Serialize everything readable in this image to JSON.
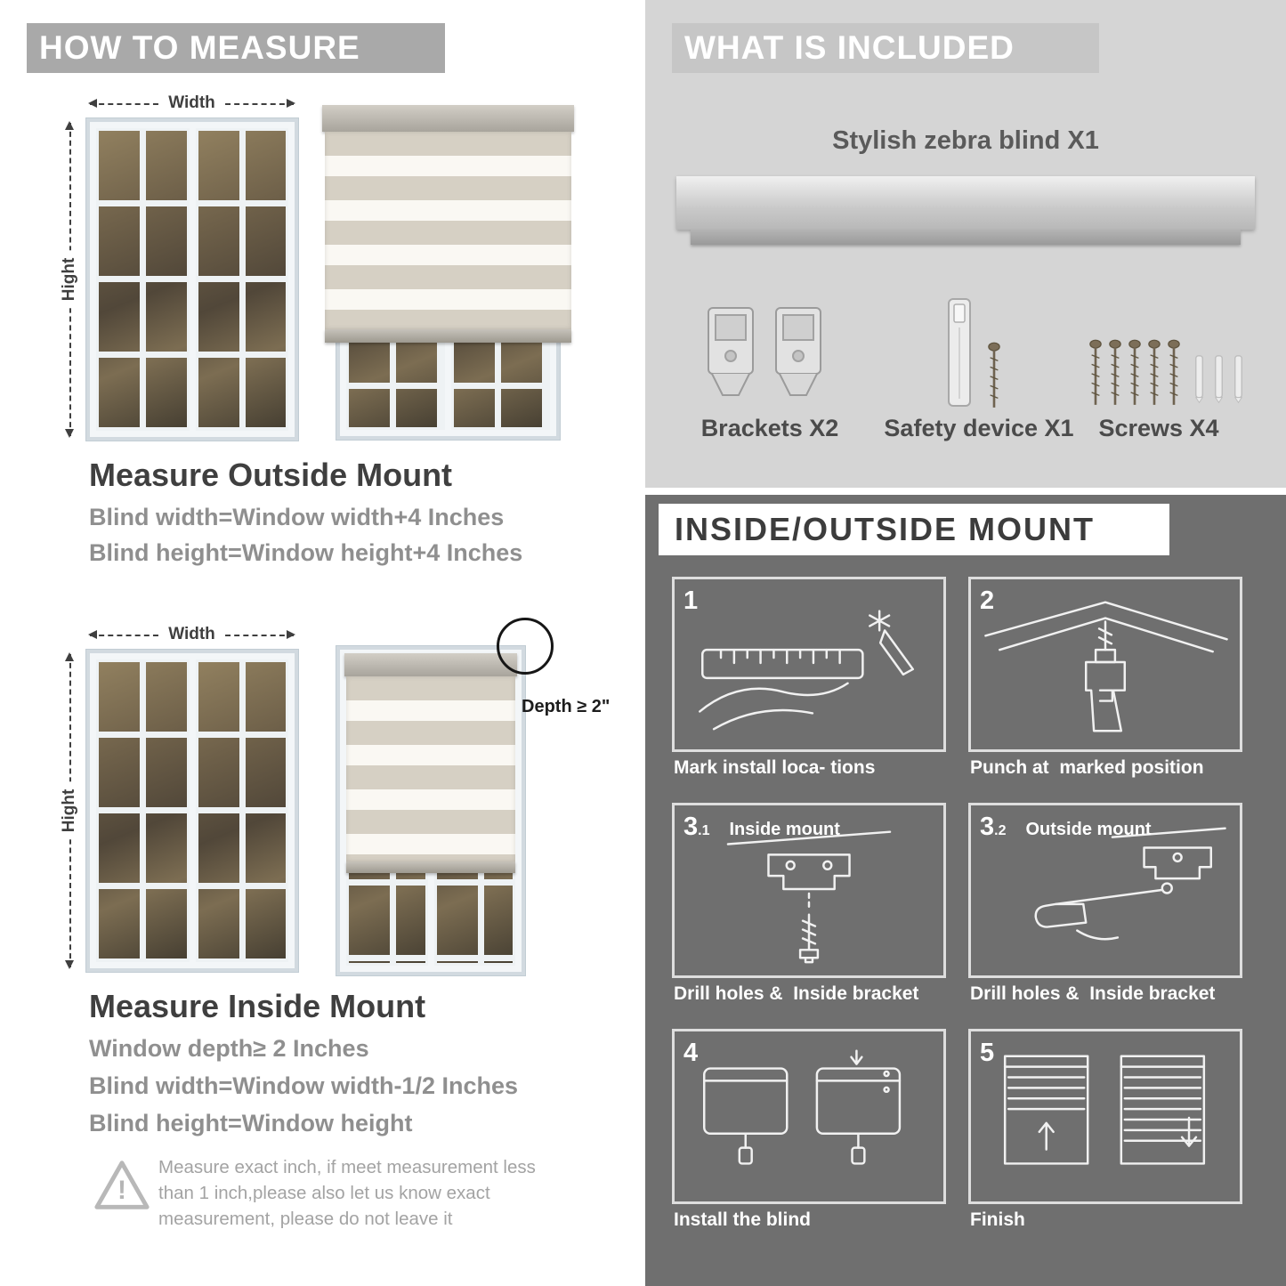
{
  "colors": {
    "left_banner_gray": "#a9a9a9",
    "included_banner_gray": "#c6c6c6",
    "included_bg": "#d5d5d5",
    "mount_bg": "#6f6f6f",
    "heading_dark": "#3f3f3f",
    "body_gray": "#8f8f8f"
  },
  "left": {
    "header": "HOW TO MEASURE",
    "outside": {
      "width_label": "Width",
      "height_label": "Hight",
      "title": "Measure Outside Mount",
      "lines": [
        "Blind width=Window width+4 Inches",
        "Blind height=Window height+4 Inches"
      ]
    },
    "inside": {
      "width_label": "Width",
      "height_label": "Hight",
      "depth_callout": "Depth ≥ 2\"",
      "title": "Measure Inside Mount",
      "lines": [
        "Window depth≥ 2 Inches",
        "Blind width=Window width-1/2 Inches",
        "Blind height=Window height"
      ]
    },
    "warning": {
      "mark": "!",
      "text": "Measure exact inch, if meet measurement less than 1 inch,please also let us know exact measurement, please do not leave it"
    }
  },
  "right": {
    "included": {
      "header": "WHAT IS INCLUDED",
      "product_label": "Stylish zebra blind X1",
      "items": [
        {
          "label": "Brackets X2",
          "icon": "bracket-icon"
        },
        {
          "label": "Safety device X1",
          "icon": "safety-device-icon"
        },
        {
          "label": "Screws X4",
          "icon": "screw-icon"
        }
      ]
    },
    "mount": {
      "header": "INSIDE/OUTSIDE MOUNT",
      "steps": [
        {
          "num": "1",
          "caption": "Mark install loca- tions"
        },
        {
          "num": "2",
          "caption": "Punch at  marked position"
        },
        {
          "num": "3",
          "sub": ".1",
          "label": "Inside mount",
          "caption": "Drill holes &  Inside bracket"
        },
        {
          "num": "3",
          "sub": ".2",
          "label": "Outside mount",
          "caption": "Drill holes &  Inside bracket"
        },
        {
          "num": "4",
          "caption": "Install the blind"
        },
        {
          "num": "5",
          "caption": "Finish"
        }
      ]
    }
  }
}
